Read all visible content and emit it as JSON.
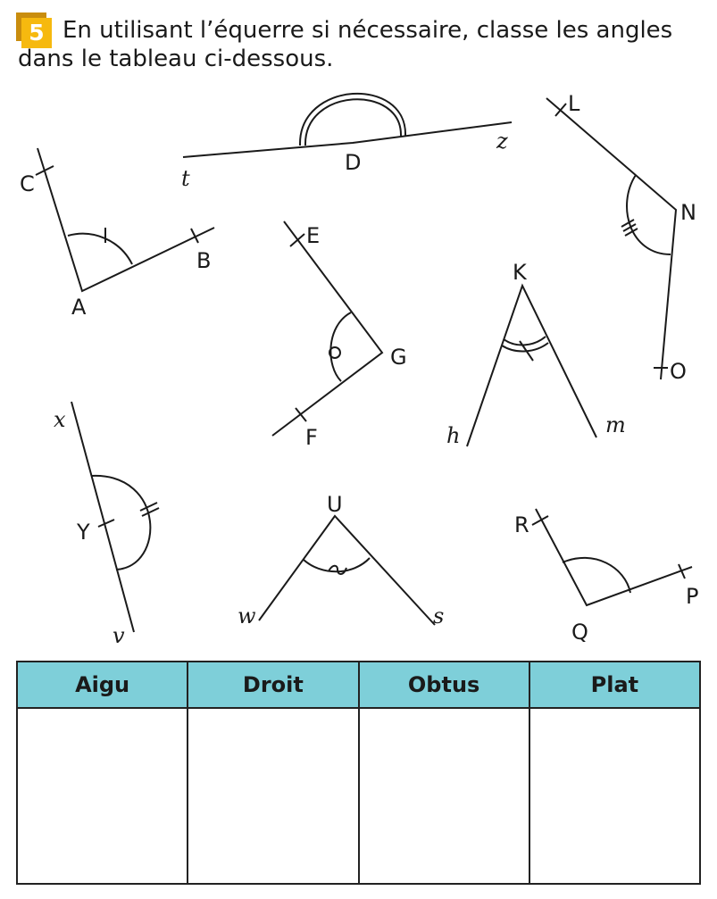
{
  "exercise": {
    "number": "5",
    "instruction": "En utilisant l’équerre si nécessaire, classe les angles dans le tableau ci-dessous."
  },
  "figures": {
    "labels": {
      "A": "A",
      "B": "B",
      "C": "C",
      "D": "D",
      "t": "t",
      "z": "z",
      "L": "L",
      "N": "N",
      "O": "O",
      "E": "E",
      "F": "F",
      "G": "G",
      "K": "K",
      "h": "h",
      "m": "m",
      "x": "x",
      "Y": "Y",
      "v": "v",
      "U": "U",
      "w": "w",
      "s": "s",
      "R": "R",
      "Q": "Q",
      "P": "P"
    }
  },
  "table": {
    "headers": [
      "Aigu",
      "Droit",
      "Obtus",
      "Plat"
    ],
    "header_color": "#7ecfd9",
    "cells": [
      "",
      "",
      "",
      ""
    ]
  }
}
